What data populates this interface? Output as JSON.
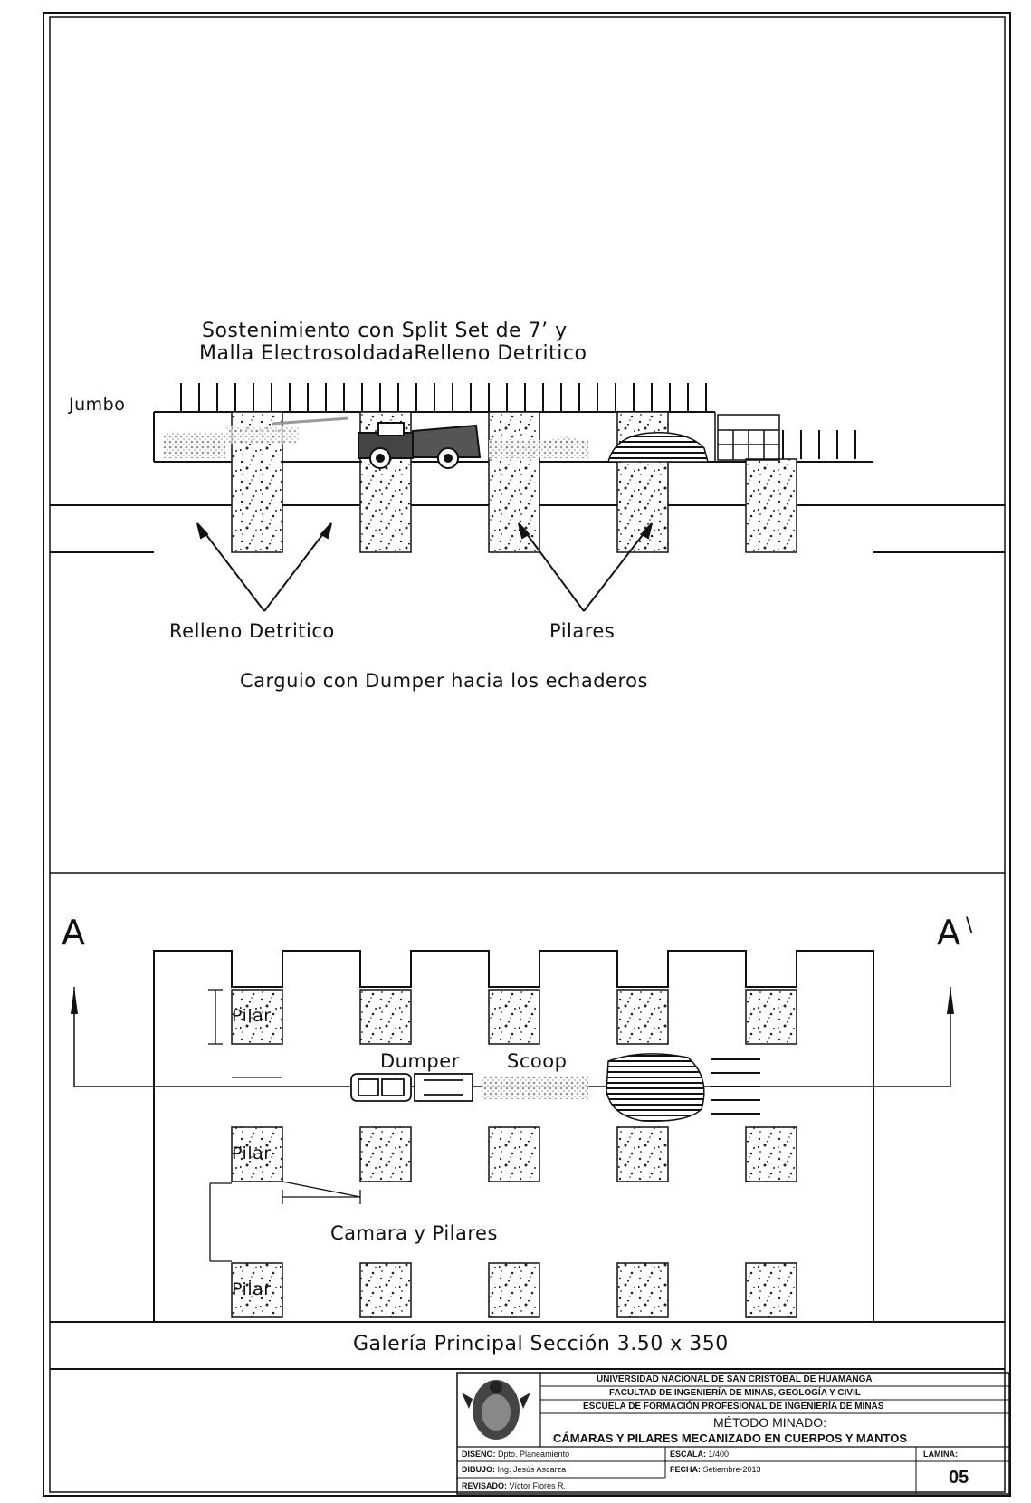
{
  "elevation": {
    "title_line1": "Sostenimiento con Split Set de 7’ y",
    "title_line2": "Malla ElectrosoldadaRelleno Detritico",
    "jumbo_label": "Jumbo",
    "relleno_label": "Relleno Detritico",
    "pilares_label": "Pilares",
    "caption": "Carguio con Dumper hacia los echaderos"
  },
  "plan": {
    "section_mark_left": "A",
    "section_mark_right": "A",
    "section_mark_prime": "\\",
    "pilar_labels": [
      "Pilar",
      "Pilar",
      "Pilar"
    ],
    "dumper_label": "Dumper",
    "scoop_label": "Scoop",
    "camara_label": "Camara y Pilares",
    "gallery_label": "Galería Principal Sección 3.50 x 350"
  },
  "title_block": {
    "university": "UNIVERSIDAD NACIONAL DE SAN CRISTÓBAL DE HUAMANGA",
    "faculty": "FACULTAD DE INGENIERÍA DE MINAS, GEOLOGÍA Y CIVIL",
    "school": "ESCUELA DE FORMACIÓN PROFESIONAL DE INGENIERÍA DE MINAS",
    "method_label": "MÉTODO MINADO:",
    "method_name": "CÁMARAS Y PILARES MECANIZADO EN CUERPOS Y MANTOS",
    "design_key": "DISEÑO:",
    "design_value": "Dpto. Planeamiento",
    "drawing_key": "DIBUJO:",
    "drawing_value": "Ing. Jesús Ascarza",
    "review_key": "REVISADO:",
    "review_value": "Víctor Flores R.",
    "scale_key": "ESCALA:",
    "scale_value": "1/400",
    "date_key": "FECHA:",
    "date_value": "Setiembre-2013",
    "sheet_key": "LAMINA:",
    "sheet_value": "05"
  }
}
